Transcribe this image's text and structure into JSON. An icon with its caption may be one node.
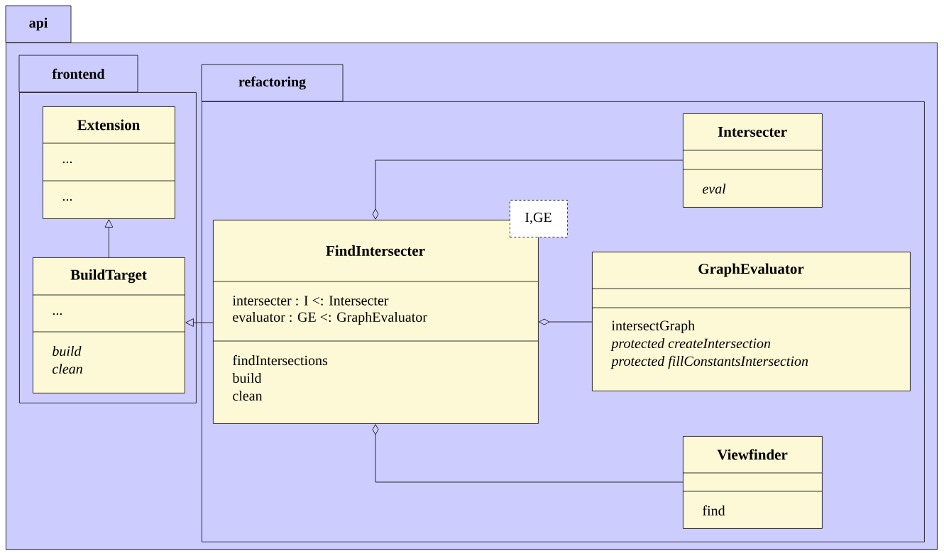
{
  "diagram": {
    "nodes": [
      {
        "text": [
          "api"
        ]
      },
      {
        "text": [
          "frontend"
        ],
        "in": 0
      },
      {
        "text": [
          "refactoring"
        ],
        "in": 0
      },
      {
        "text": [
          "Extension",
          "...",
          "..."
        ],
        "in": 1
      },
      {
        "text": [
          "BuildTarget",
          "...",
          "build",
          "clean"
        ],
        "in": 1
      },
      {
        "text": [
          "Intersecter",
          "eval"
        ],
        "in": 2
      },
      {
        "text": [
          "I,GE"
        ],
        "in": 2
      },
      {
        "text": [
          "FindIntersecter",
          "intersecter : I <: Intersecter",
          "evaluator : GE <: GraphEvaluator",
          "findIntersections",
          "build",
          "clean"
        ],
        "in": 2
      },
      {
        "text": [
          "GraphEvaluator",
          "intersectGraph",
          "protected createIntersection",
          "protected fillConstantsIntersection"
        ],
        "in": 2
      },
      {
        "text": [
          "Viewfinder",
          "find"
        ],
        "in": 2
      }
    ],
    "edges": [
      {
        "from": 4,
        "to": 3,
        "arrow": "to"
      },
      {
        "from": 7,
        "to": 4,
        "arrow": "to"
      },
      {
        "from": 5,
        "to": 7,
        "arrow": "other"
      },
      {
        "from": 8,
        "to": 7,
        "arrow": "other"
      },
      {
        "from": 9,
        "to": 7,
        "arrow": "other"
      }
    ]
  }
}
